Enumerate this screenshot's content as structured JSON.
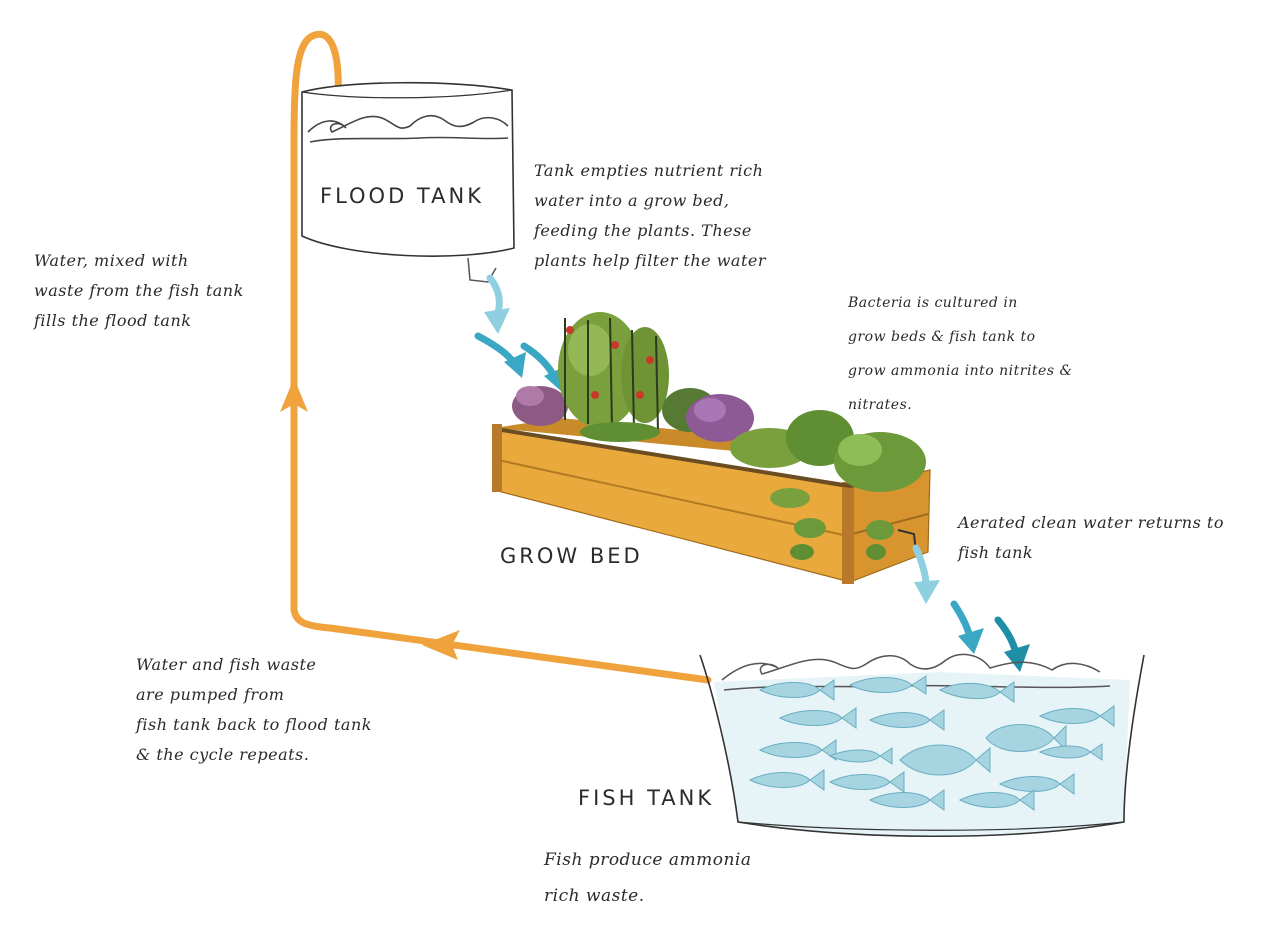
{
  "labels": {
    "flood_tank": "FLOOD TANK",
    "grow_bed": "GROW BED",
    "fish_tank": "FISH TANK"
  },
  "notes": {
    "flood_tank_note": [
      "Tank empties nutrient rich",
      "water into a grow bed,",
      "feeding the plants. These",
      "plants help filter the water"
    ],
    "bacteria_note": [
      "Bacteria is cultured in",
      "grow beds & fish tank to",
      "grow ammonia into nitrites &",
      "nitrates."
    ],
    "water_mixed_note": [
      "Water, mixed with",
      "waste from the fish tank",
      "fills the flood tank"
    ],
    "aerated_note": [
      "Aerated clean water returns to",
      "fish tank"
    ],
    "pumped_note": [
      "Water and fish waste",
      "are pumped from",
      "fish tank back to flood tank",
      "& the cycle repeats."
    ],
    "fish_note": [
      "Fish produce ammonia",
      "rich waste."
    ]
  },
  "colors": {
    "pipe": "#f0a23c",
    "flow_arrow_light": "#8fd0e0",
    "flow_arrow_dark": "#1f8fa8",
    "wood": "#e9a93c",
    "water": "#bfe3ec",
    "fish": "#8cc7d6"
  },
  "icons": [
    "flow-arrow-icon",
    "pipe-arrow-icon",
    "fish-icon",
    "wave-icon",
    "plant-icon"
  ]
}
